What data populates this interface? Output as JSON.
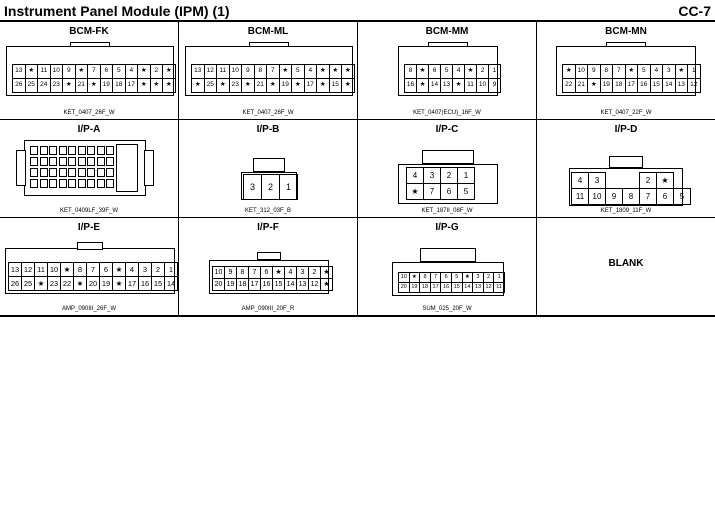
{
  "header": {
    "title": "Instrument Panel Module (IPM) (1)",
    "code": "CC-7"
  },
  "connectors": [
    {
      "title": "BCM-FK",
      "part": "KET_0407_26F_W",
      "rows": [
        [
          "13",
          "★",
          "11",
          "10",
          "9",
          "★",
          "7",
          "6",
          "5",
          "4",
          "★",
          "2",
          "★"
        ],
        [
          "26",
          "25",
          "24",
          "23",
          "★",
          "21",
          "★",
          "19",
          "18",
          "17",
          "★",
          "★",
          "★"
        ]
      ]
    },
    {
      "title": "BCM-ML",
      "part": "KET_0407_26F_W",
      "rows": [
        [
          "13",
          "12",
          "11",
          "10",
          "9",
          "8",
          "7",
          "★",
          "5",
          "4",
          "★",
          "★",
          "★"
        ],
        [
          "★",
          "25",
          "★",
          "23",
          "★",
          "21",
          "★",
          "19",
          "★",
          "17",
          "★",
          "15",
          "★"
        ]
      ]
    },
    {
      "title": "BCM-MM",
      "part": "KET_0407(ECU)_16F_W",
      "rows": [
        [
          "8",
          "★",
          "6",
          "5",
          "4",
          "★",
          "2",
          "1"
        ],
        [
          "16",
          "★",
          "14",
          "13",
          "★",
          "11",
          "10",
          "9"
        ]
      ]
    },
    {
      "title": "BCM-MN",
      "part": "KET_0407_22F_W",
      "rows": [
        [
          "★",
          "10",
          "9",
          "8",
          "7",
          "★",
          "5",
          "4",
          "3",
          "★",
          "1"
        ],
        [
          "22",
          "21",
          "★",
          "19",
          "18",
          "17",
          "16",
          "15",
          "14",
          "13",
          "12"
        ]
      ]
    },
    {
      "title": "I/P-A",
      "part": "KET_0409LF_39F_W",
      "rows": []
    },
    {
      "title": "I/P-B",
      "part": "KET_312_03F_B",
      "rows": [
        [
          "3",
          "2",
          "1"
        ]
      ]
    },
    {
      "title": "I/P-C",
      "part": "KET_187II_08F_W",
      "rows": [
        [
          "4",
          "3",
          "2",
          "1"
        ],
        [
          "★",
          "7",
          "6",
          "5"
        ]
      ]
    },
    {
      "title": "I/P-D",
      "part": "KET_1809_11F_W",
      "rows": [
        [
          "4",
          "3",
          "",
          "",
          "2",
          "★"
        ],
        [
          "11",
          "10",
          "9",
          "8",
          "7",
          "6",
          "5"
        ]
      ]
    },
    {
      "title": "I/P-E",
      "part": "AMP_090III_26F_W",
      "rows": [
        [
          "13",
          "12",
          "11",
          "10",
          "★",
          "8",
          "7",
          "6",
          "★",
          "4",
          "3",
          "2",
          "1"
        ],
        [
          "26",
          "25",
          "★",
          "23",
          "22",
          "★",
          "20",
          "19",
          "★",
          "17",
          "16",
          "15",
          "14"
        ]
      ]
    },
    {
      "title": "I/P-F",
      "part": "AMP_090III_20F_R",
      "rows": [
        [
          "10",
          "9",
          "8",
          "7",
          "6",
          "★",
          "4",
          "3",
          "2",
          "★"
        ],
        [
          "20",
          "19",
          "18",
          "17",
          "16",
          "15",
          "14",
          "13",
          "12",
          "★"
        ]
      ]
    },
    {
      "title": "I/P-G",
      "part": "SUM_025_20F_W",
      "rows": [
        [
          "10",
          "★",
          "8",
          "7",
          "6",
          "5",
          "★",
          "3",
          "2",
          "1"
        ],
        [
          "20",
          "19",
          "18",
          "17",
          "16",
          "15",
          "14",
          "13",
          "12",
          "11"
        ]
      ]
    },
    {
      "title": "",
      "part": "",
      "rows": [],
      "blank": "BLANK"
    }
  ]
}
